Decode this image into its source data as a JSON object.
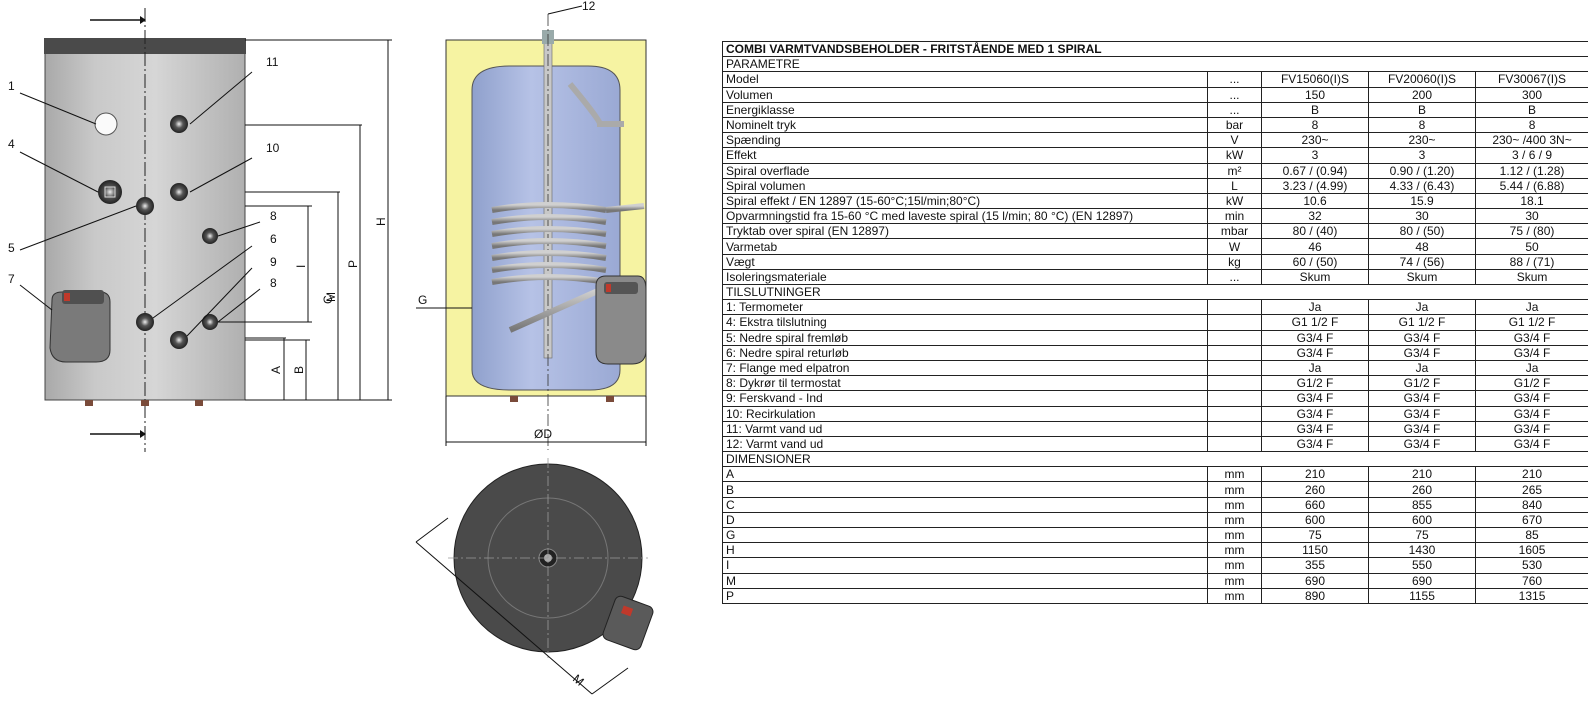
{
  "labels": {
    "front": [
      "1",
      "11",
      "4",
      "10",
      "5",
      "8",
      "6",
      "9",
      "8",
      "7"
    ],
    "dims_vertical": [
      "H",
      "P",
      "M",
      "I",
      "C",
      "B",
      "A"
    ],
    "section": {
      "top": "12",
      "side": "G",
      "diameter": "ØD"
    },
    "top_view": {
      "m": "M"
    }
  },
  "table": {
    "title": "COMBI VARMTVANDSBEHOLDER - FRITSTÅENDE MED 1 SPIRAL",
    "sections": [
      {
        "header": "PARAMETRE",
        "rows": [
          {
            "name": "Model",
            "unit": "...",
            "values": [
              "FV15060(I)S",
              "FV20060(I)S",
              "FV30067(I)S"
            ]
          },
          {
            "name": "Volumen",
            "unit": "...",
            "values": [
              "150",
              "200",
              "300"
            ]
          },
          {
            "name": "Energiklasse",
            "unit": "...",
            "values": [
              "B",
              "B",
              "B"
            ]
          },
          {
            "name": "Nominelt tryk",
            "unit": "bar",
            "values": [
              "8",
              "8",
              "8"
            ]
          },
          {
            "name": "Spænding",
            "unit": "V",
            "values": [
              "230~",
              "230~",
              "230~ /400 3N~"
            ]
          },
          {
            "name": "Effekt",
            "unit": "kW",
            "values": [
              "3",
              "3",
              "3 / 6 / 9"
            ]
          },
          {
            "name": "Spiral overflade",
            "unit": "m²",
            "values": [
              "0.67 / (0.94)",
              "0.90 / (1.20)",
              "1.12 / (1.28)"
            ]
          },
          {
            "name": "Spiral volumen",
            "unit": "L",
            "values": [
              "3.23 / (4.99)",
              "4.33 / (6.43)",
              "5.44 / (6.88)"
            ]
          },
          {
            "name": "Spiral effekt / EN 12897 (15-60°C;15l/min;80°C)",
            "unit": "kW",
            "values": [
              "10.6",
              "15.9",
              "18.1"
            ]
          },
          {
            "name": "Opvarmningstid fra 15-60 °C med laveste spiral (15 l/min; 80 °C) (EN 12897)",
            "unit": "min",
            "values": [
              "32",
              "30",
              "30"
            ]
          },
          {
            "name": "Tryktab over spiral (EN 12897)",
            "unit": "mbar",
            "values": [
              "80 / (40)",
              "80 / (50)",
              "75 / (80)"
            ]
          },
          {
            "name": "Varmetab",
            "unit": "W",
            "values": [
              "46",
              "48",
              "50"
            ]
          },
          {
            "name": "Vægt",
            "unit": "kg",
            "values": [
              "60 / (50)",
              "74 / (56)",
              "88 / (71)"
            ]
          },
          {
            "name": "Isoleringsmateriale",
            "unit": "...",
            "values": [
              "Skum",
              "Skum",
              "Skum"
            ]
          }
        ]
      },
      {
        "header": "TILSLUTNINGER",
        "rows": [
          {
            "name": "1: Termometer",
            "unit": "",
            "values": [
              "Ja",
              "Ja",
              "Ja"
            ]
          },
          {
            "name": "4: Ekstra tilslutning",
            "unit": "",
            "values": [
              "G1 1/2 F",
              "G1 1/2 F",
              "G1 1/2 F"
            ]
          },
          {
            "name": "5: Nedre spiral fremløb",
            "unit": "",
            "values": [
              "G3/4 F",
              "G3/4 F",
              "G3/4 F"
            ]
          },
          {
            "name": "6: Nedre spiral returløb",
            "unit": "",
            "values": [
              "G3/4 F",
              "G3/4 F",
              "G3/4 F"
            ]
          },
          {
            "name": "7: Flange med elpatron",
            "unit": "",
            "values": [
              "Ja",
              "Ja",
              "Ja"
            ]
          },
          {
            "name": "8: Dykrør til termostat",
            "unit": "",
            "values": [
              "G1/2 F",
              "G1/2 F",
              "G1/2 F"
            ]
          },
          {
            "name": "9: Ferskvand - Ind",
            "unit": "",
            "values": [
              "G3/4 F",
              "G3/4 F",
              "G3/4 F"
            ]
          },
          {
            "name": "10: Recirkulation",
            "unit": "",
            "values": [
              "G3/4 F",
              "G3/4 F",
              "G3/4 F"
            ]
          },
          {
            "name": "11: Varmt vand ud",
            "unit": "",
            "values": [
              "G3/4 F",
              "G3/4 F",
              "G3/4 F"
            ]
          },
          {
            "name": "12: Varmt vand ud",
            "unit": "",
            "values": [
              "G3/4 F",
              "G3/4 F",
              "G3/4 F"
            ]
          }
        ]
      },
      {
        "header": "DIMENSIONER",
        "rows": [
          {
            "name": "A",
            "unit": "mm",
            "values": [
              "210",
              "210",
              "210"
            ]
          },
          {
            "name": "B",
            "unit": "mm",
            "values": [
              "260",
              "260",
              "265"
            ]
          },
          {
            "name": "C",
            "unit": "mm",
            "values": [
              "660",
              "855",
              "840"
            ]
          },
          {
            "name": "D",
            "unit": "mm",
            "values": [
              "600",
              "600",
              "670"
            ]
          },
          {
            "name": "G",
            "unit": "mm",
            "values": [
              "75",
              "75",
              "85"
            ]
          },
          {
            "name": "H",
            "unit": "mm",
            "values": [
              "1150",
              "1430",
              "1605"
            ]
          },
          {
            "name": "I",
            "unit": "mm",
            "values": [
              "355",
              "550",
              "530"
            ]
          },
          {
            "name": "M",
            "unit": "mm",
            "values": [
              "690",
              "690",
              "760"
            ]
          },
          {
            "name": "P",
            "unit": "mm",
            "values": [
              "890",
              "1155",
              "1315"
            ]
          }
        ]
      }
    ]
  }
}
